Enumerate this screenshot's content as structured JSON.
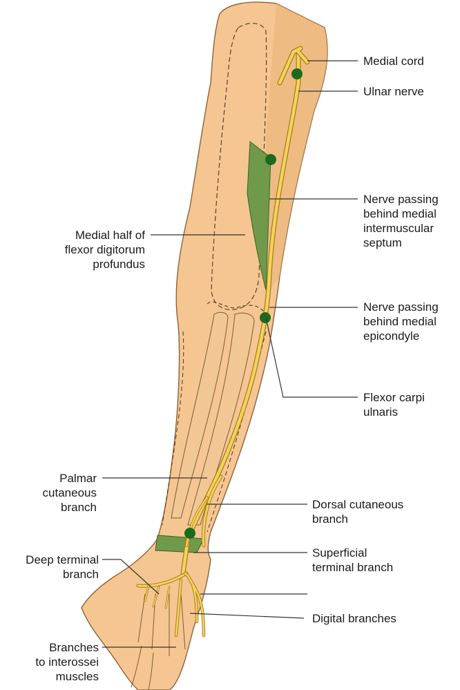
{
  "colors": {
    "skin": "#f5c691",
    "skin_shade": "#eab57a",
    "bone": "#ecc99a",
    "nerve": "#f4d35a",
    "nerve_outline": "#a87a22",
    "muscle": "#6f9a4a",
    "node": "#1c6a1c",
    "leader": "#333333"
  },
  "labels": {
    "medial_cord": [
      "Medial cord"
    ],
    "ulnar_nerve": [
      "Ulnar nerve"
    ],
    "septum": [
      "Nerve passing",
      "behind medial",
      "intermuscular",
      "septum"
    ],
    "epicondyle": [
      "Nerve passing",
      "behind medial",
      "epicondyle"
    ],
    "fdp": [
      "Medial half of",
      "flexor digitorum",
      "profundus"
    ],
    "fcu": [
      "Flexor carpi",
      "ulnaris"
    ],
    "palmar": [
      "Palmar",
      "cutaneous",
      "branch"
    ],
    "dorsal": [
      "Dorsal cutaneous",
      "branch"
    ],
    "deep": [
      "Deep terminal",
      "branch"
    ],
    "superficial": [
      "Superficial",
      "terminal branch"
    ],
    "digital": [
      "Digital branches"
    ],
    "interossei": [
      "Branches",
      "to interossei",
      "muscles"
    ]
  }
}
